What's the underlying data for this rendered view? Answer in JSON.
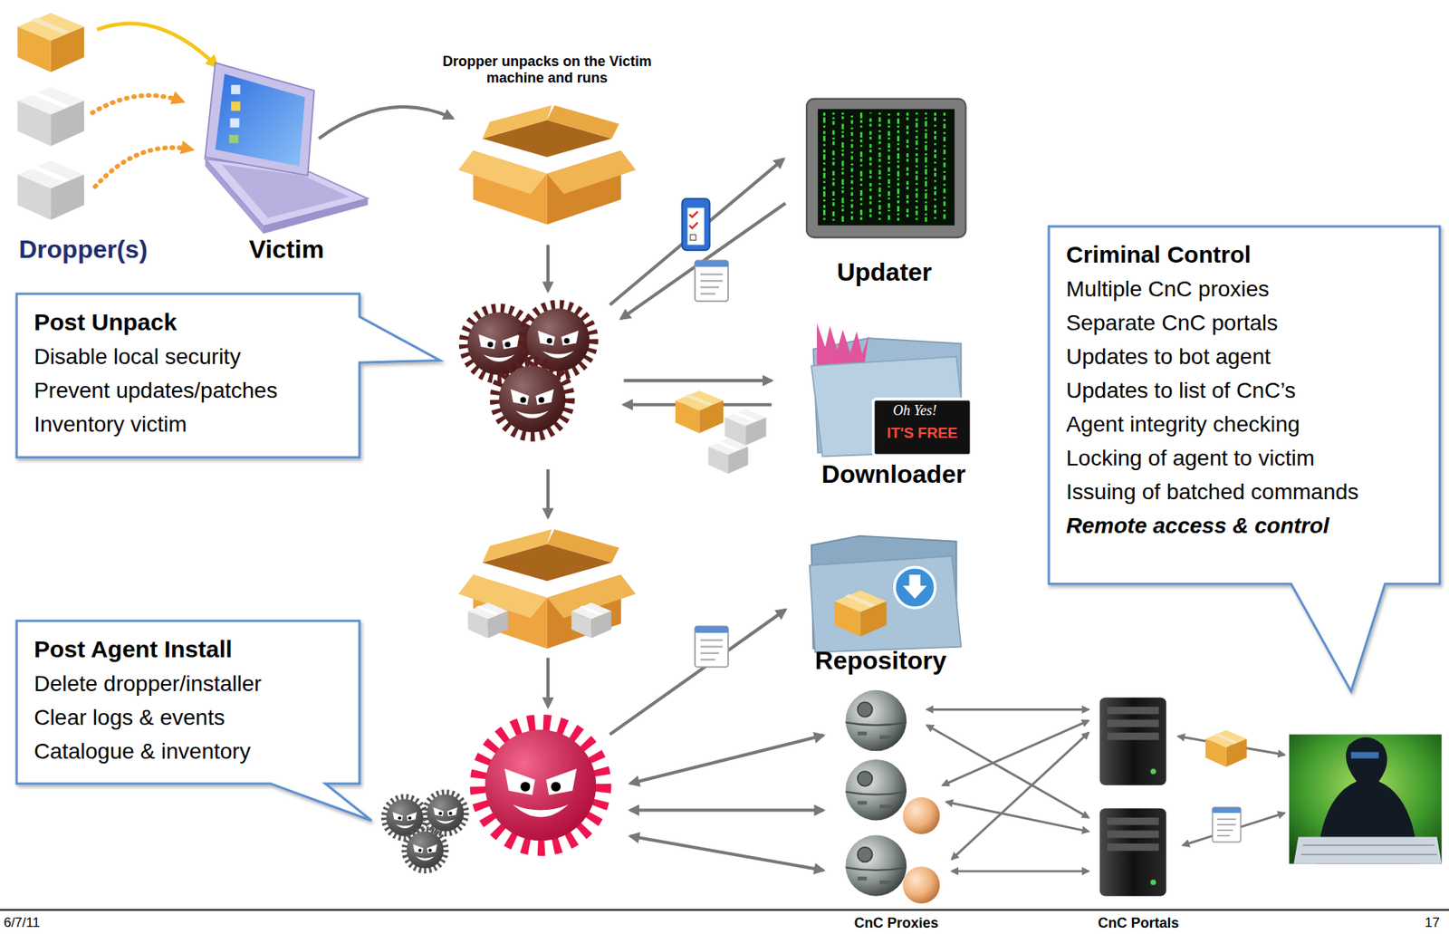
{
  "diagram": {
    "nodes": [
      {
        "text": [
          "Post Unpack",
          "Disable local security",
          "Prevent updates/patches",
          "Inventory victim"
        ]
      },
      {
        "text": [
          "Post Agent Install",
          "Delete dropper/installer",
          "Clear logs & events",
          "Catalogue & inventory"
        ]
      },
      {
        "text": [
          "Criminal Control",
          "Multiple CnC proxies",
          "Separate CnC portals",
          "Updates to bot agent",
          "Updates to list of CnC’s",
          "Agent integrity checking",
          "Locking of agent to victim",
          "Issuing of batched commands",
          "Remote access & control"
        ]
      }
    ],
    "labels": [
      "Dropper unpacks on the Victim machine and runs",
      "Dropper(s)",
      "Victim",
      "Updater",
      "Oh Yes!",
      "IT'S FREE",
      "Downloader",
      "Repository",
      "CnC Proxies",
      "CnC Portals",
      "6/7/11",
      "17"
    ]
  }
}
